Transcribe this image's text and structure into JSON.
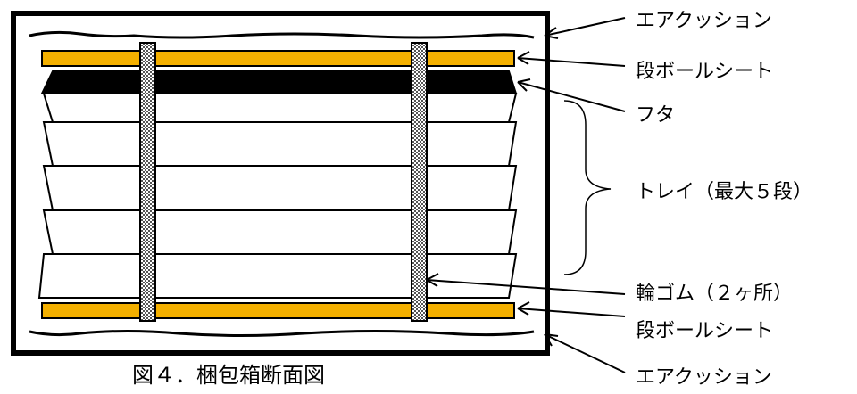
{
  "labels": {
    "air_cushion_top": "エアクッション",
    "cardboard_top": "段ボールシート",
    "lid": "フタ",
    "tray": "トレイ（最大５段）",
    "rubber_band": "輪ゴム（２ヶ所）",
    "cardboard_bottom": "段ボールシート",
    "air_cushion_bottom": "エアクッション"
  },
  "caption": "図４．梱包箱断面図",
  "colors": {
    "cardboard": "#F4B000",
    "lid": "#000000",
    "outline": "#000000",
    "background": "#FFFFFF"
  },
  "tray_count": 5,
  "rubber_band_count": 2
}
